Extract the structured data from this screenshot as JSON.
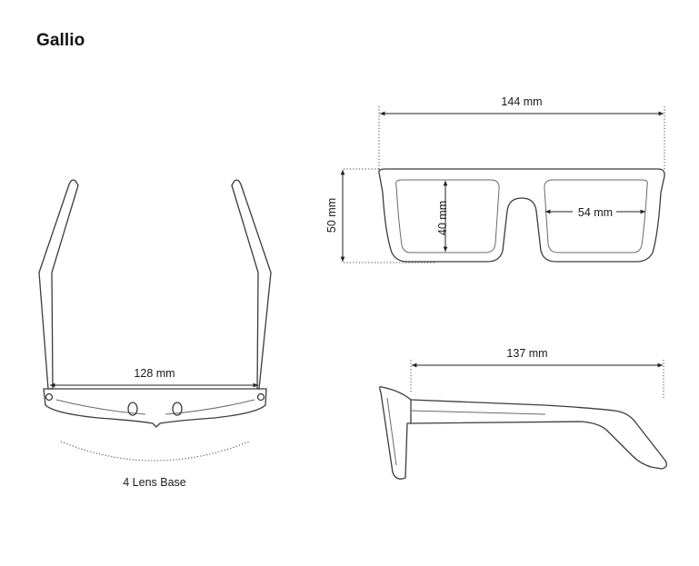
{
  "title": "Gallio",
  "dimensions": {
    "frame_width": "144 mm",
    "frame_height": "50 mm",
    "lens_height": "40 mm",
    "lens_width": "54 mm",
    "temple_length": "137 mm",
    "hinge_width": "128 mm"
  },
  "lens_base": "4 Lens Base"
}
